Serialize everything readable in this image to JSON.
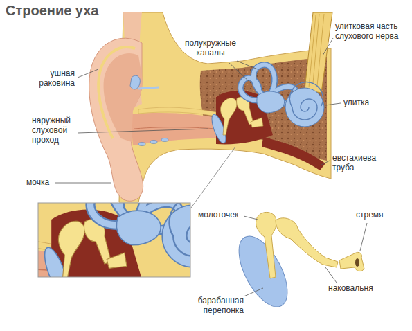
{
  "diagram": {
    "title": "Строение уха",
    "labels": [
      "полукружные каналы",
      "улитковая часть слухового нерва",
      "ушная раковина",
      "улитка",
      "наружный слуховой проход",
      "евстахиева труба",
      "мочка",
      "молоточек",
      "стремя",
      "барабанная перепонка",
      "наковальня"
    ]
  }
}
